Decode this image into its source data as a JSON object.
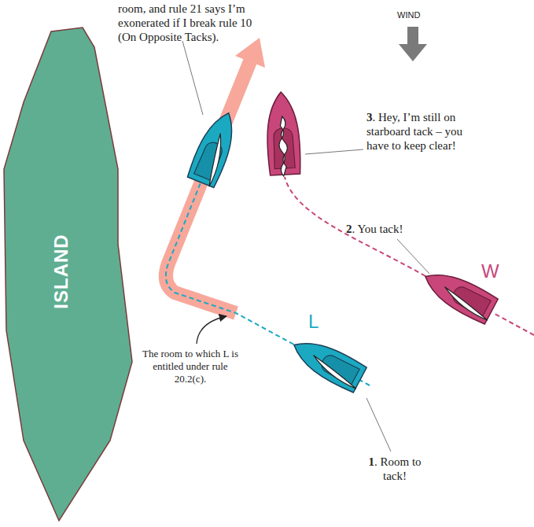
{
  "diagram": {
    "nodes": [
      {
        "text": [
          "ISLAND"
        ]
      }
    ],
    "labels": [
      "room, and rule 21 says I’m exonerated if I break rule 10 (On Opposite Tacks).",
      "WIND",
      "3. Hey, I’m still on starboard tack – you have to keep clear!",
      "2. You tack!",
      "W",
      "L",
      "The room to which L is entitled under rule 20.2(c).",
      "1. Room to tack!"
    ]
  }
}
